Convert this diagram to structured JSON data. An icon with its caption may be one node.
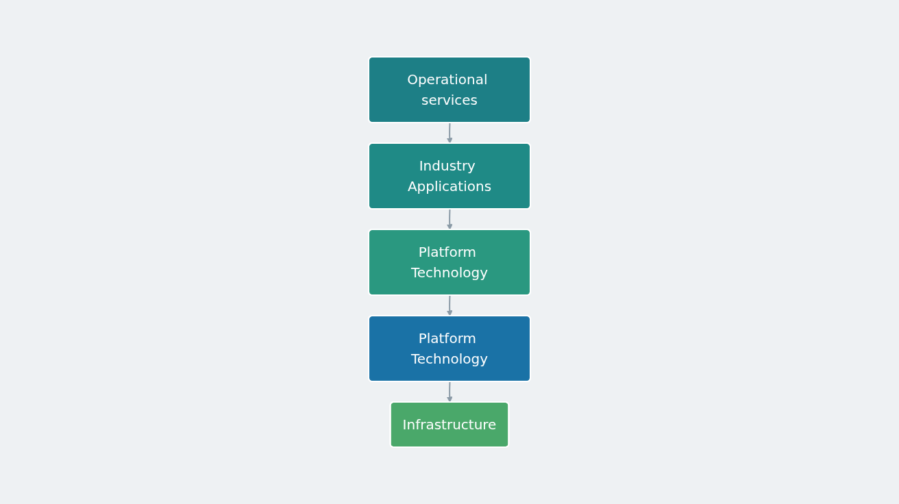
{
  "diagram": {
    "nodes": [
      {
        "text": [
          "Operational services"
        ]
      },
      {
        "text": [
          "Industry Applications"
        ]
      },
      {
        "text": [
          "Platform Technology"
        ]
      },
      {
        "text": [
          "Platform Technology"
        ]
      },
      {
        "text": [
          "Infrastructure"
        ]
      }
    ],
    "edges": [
      {
        "from": 0,
        "to": 1,
        "arrow": "to"
      },
      {
        "from": 1,
        "to": 2,
        "arrow": "to"
      },
      {
        "from": 2,
        "to": 3,
        "arrow": "to"
      },
      {
        "from": 3,
        "to": 4,
        "arrow": "to"
      }
    ]
  }
}
